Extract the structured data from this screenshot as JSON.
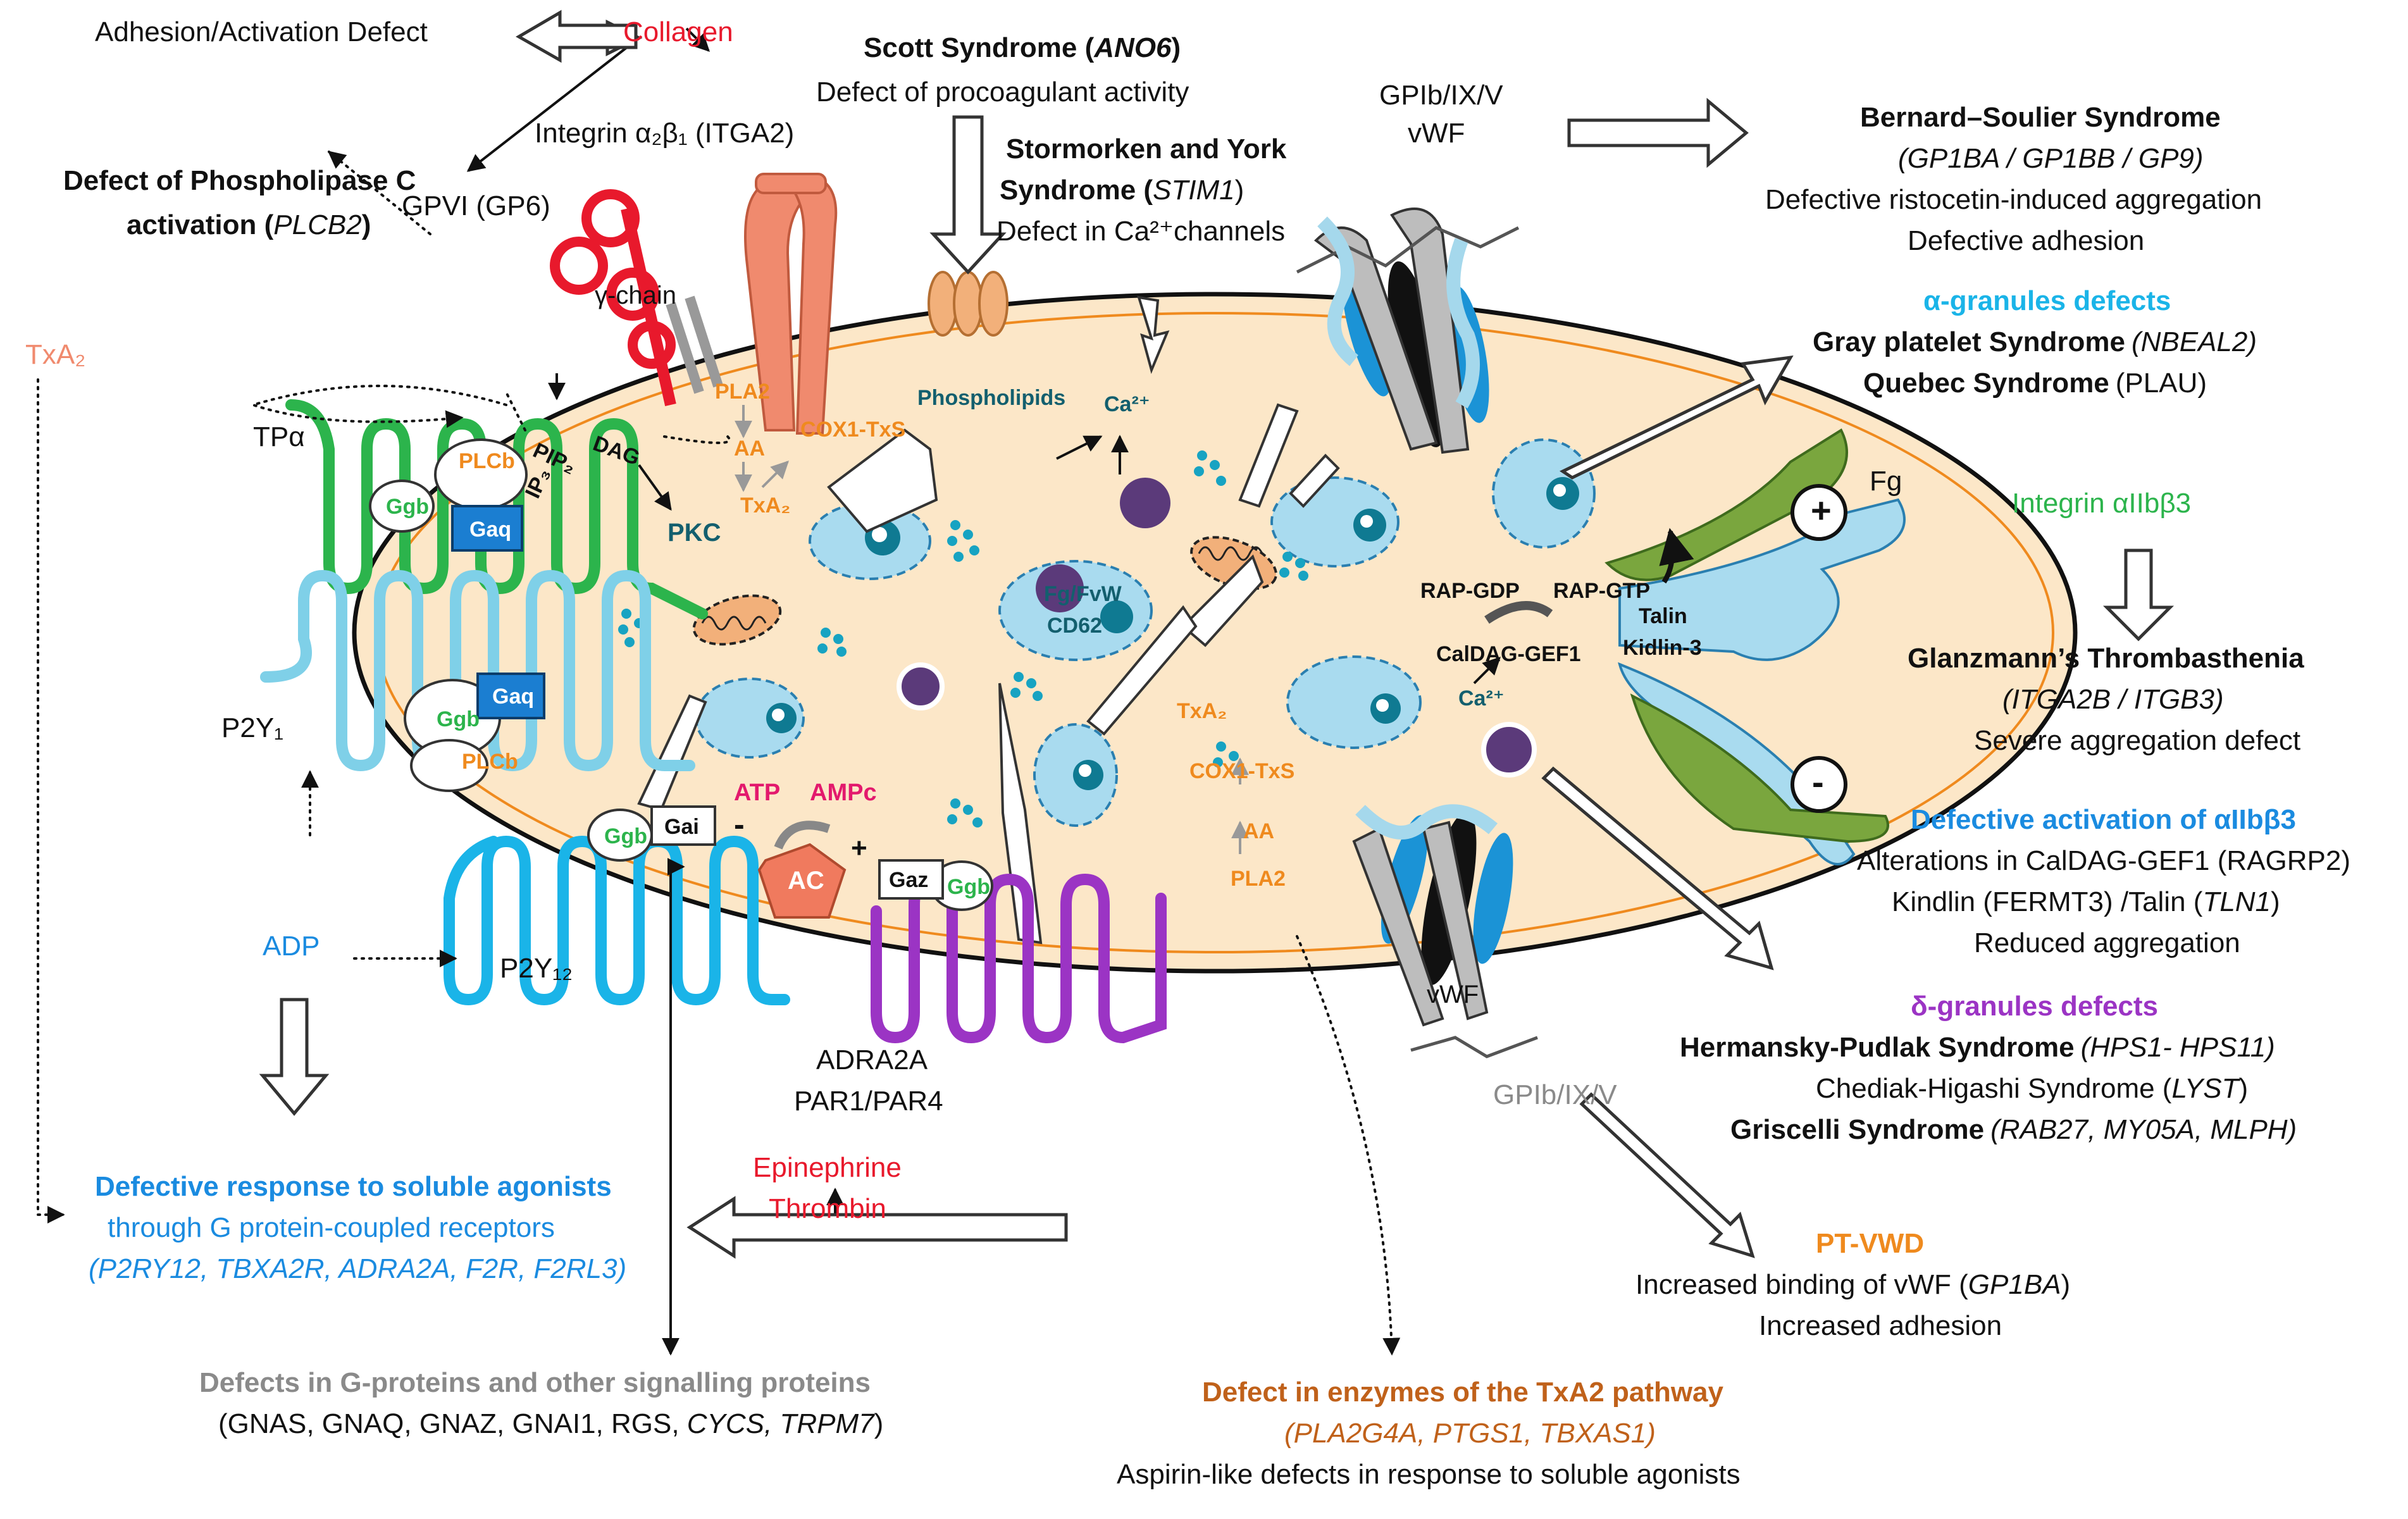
{
  "colors": {
    "red": "#e8192c",
    "orange": "#ef8a1e",
    "cyan": "#1ab4e8",
    "blue": "#1a8be0",
    "purple": "#9b34c4",
    "green": "#2cb44c",
    "gray": "#8a8a8a",
    "teal": "#135f6e",
    "magenta": "#e3196d",
    "salmon": "#f08a6e",
    "brown": "#c0611a",
    "cell_fill": "#fce7c8"
  },
  "top": {
    "adhesion_defect": "Adhesion/Activation Defect",
    "collagen": "Collagen",
    "integrin_a2b1": "Integrin α₂β₁ (ITGA2)",
    "plc_defect_line1": "Defect of Phospholipase C",
    "plc_defect_line2_bold": "activation (",
    "plc_defect_gene": "PLCB2",
    "plc_defect_close": ")",
    "gpvi": "GPVI (GP6)",
    "gamma_chain": "γ-chain",
    "scott_title": "Scott Syndrome (",
    "scott_gene": "ANO6",
    "scott_close": ")",
    "scott_desc": "Defect of procoagulant activity",
    "stormorken_line1": "Stormorken and York",
    "stormorken_line2": "Syndrome (",
    "stormorken_gene": "STIM1",
    "stormorken_close": ")",
    "stormorken_desc": "Defect in Ca²⁺channels",
    "gpib_top_line1": "GPIb/IX/V",
    "gpib_top_line2": "vWF"
  },
  "right": {
    "bss_title": "Bernard–Soulier Syndrome",
    "bss_genes": "(GP1BA / GP1BB / GP9)",
    "bss_desc1": "Defective ristocetin-induced aggregation",
    "bss_desc2": "Defective adhesion",
    "alpha_title": "α-granules defects",
    "gray_title": "Gray platelet Syndrome",
    "gray_gene": "(NBEAL2)",
    "quebec_title": "Quebec Syndrome",
    "quebec_gene": "(PLAU)",
    "fg": "Fg",
    "integrin_aiib": "Integrin αIIbβ3",
    "glanzmann_title": "Glanzmann’s Thrombasthenia",
    "glanzmann_genes": "(ITGA2B / ITGB3)",
    "glanzmann_desc": "Severe aggregation defect",
    "defact_title": "Defective activation of αIIbβ3",
    "defact_desc1": "Alterations in CalDAG-GEF1 (RAGRP2)",
    "defact_desc2_a": "Kindlin (FERMT3) /Talin (",
    "defact_desc2_gene": "TLN1",
    "defact_desc2_b": ")",
    "defact_desc3": "Reduced aggregation",
    "delta_title": "δ-granules defects",
    "hps_title": "Hermansky-Pudlak Syndrome",
    "hps_genes": "(HPS1- HPS11)",
    "chediak": "Chediak-Higashi Syndrome (",
    "chediak_gene": "LYST",
    "chediak_close": ")",
    "griscelli_title": "Griscelli Syndrome",
    "griscelli_genes": "(RAB27, MY05A, MLPH)",
    "plus": "+",
    "minus": "-"
  },
  "cell": {
    "pla2_top": "PLA2",
    "aa_top": "AA",
    "txa2_top": "TxA₂",
    "cox1_top": "COX1-TxS",
    "phospholipids": "Phospholipids",
    "ca_top": "Ca²⁺",
    "pkc": "PKC",
    "dag": "DAG",
    "pip2": "PIP₂",
    "ip3": "IP₃",
    "fg_fvw": "Fg/FvW",
    "cd62": "CD62",
    "rap_gdp": "RAP-GDP",
    "rap_gtp": "RAP-GTP",
    "caldag": "CalDAG-GEF1",
    "talin": "Talin",
    "kindlin": "Kidlin-3",
    "ca_mid": "Ca²⁺",
    "txa2_mid": "TxA₂",
    "cox1_mid": "COX1-TxS",
    "aa_mid": "AA",
    "pla2_mid": "PLA2",
    "atp": "ATP",
    "ampc": "AMPc",
    "ac": "AC",
    "gai": "Gai",
    "gaz": "Gaz",
    "ggb": "Ggb",
    "gaq": "Gaq",
    "plcb": "PLCb",
    "minus_sign": "-",
    "plus_sign": "+"
  },
  "left": {
    "txa2": "TxA₂",
    "tpa": "TPα",
    "p2y1": "P2Y₁",
    "adp": "ADP",
    "p2y12": "P2Y₁₂"
  },
  "bottom": {
    "adra2a": "ADRA2A",
    "par": "PAR1/PAR4",
    "epinephrine": "Epinephrine",
    "thrombin": "Thrombin",
    "vwf_bottom": "vWF",
    "gpib_bottom": "GPIb/IX/V",
    "soluble_title": "Defective response to soluble agonists",
    "soluble_desc": "through G protein-coupled receptors",
    "soluble_genes": "(P2RY12, TBXA2R, ADRA2A, F2R, F2RL3)",
    "gprot_title": "Defects in G-proteins and other signalling proteins",
    "gprot_genes_a": "(GNAS,  GNAQ,  GNAZ,  GNAI1,  RGS, ",
    "gprot_genes_b": "CYCS,  TRPM7",
    "gprot_genes_c": ")",
    "txa2_title": "Defect in enzymes of the TxA2 pathway",
    "txa2_genes": "(PLA2G4A, PTGS1, TBXAS1)",
    "txa2_desc": "Aspirin-like defects in response to soluble agonists",
    "ptvwd_title": "PT-VWD",
    "ptvwd_desc1_a": "Increased binding of vWF (",
    "ptvwd_desc1_gene": "GP1BA",
    "ptvwd_desc1_b": ")",
    "ptvwd_desc2": "Increased adhesion"
  }
}
